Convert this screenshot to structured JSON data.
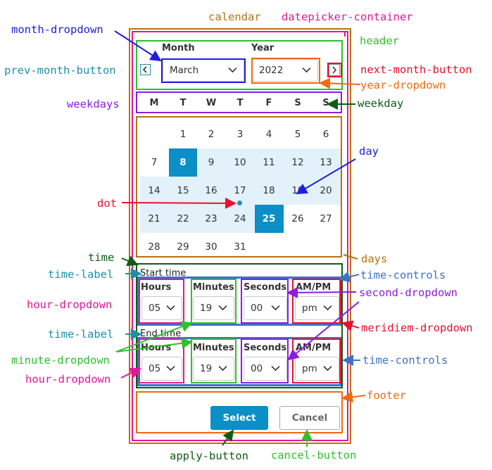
{
  "annotations": {
    "calendar": "calendar",
    "datepicker_container": "datepicker-container",
    "month_dropdown": "month-dropdown",
    "header": "header",
    "prev_month_button": "prev-month-button",
    "next_month_button": "next-month-button",
    "year_dropdown": "year-dropdown",
    "weekdays": "weekdays",
    "weekday": "weekday",
    "day": "day",
    "dot": "dot",
    "time": "time",
    "days": "days",
    "time_label_1": "time-label",
    "time_controls_1": "time-controls",
    "hour_dropdown_1": "hour-dropdown",
    "second_dropdown": "second-dropdown",
    "time_label_2": "time-label",
    "meridiem_dropdown": "meridiem-dropdown",
    "minute_dropdown": "minute-dropdown",
    "time_controls_2": "time-controls",
    "hour_dropdown_2": "hour-dropdown",
    "footer": "footer",
    "apply_button": "apply-button",
    "cancel_button": "cancel-button"
  },
  "colors": {
    "brown": "#b5730f",
    "magenta": "#e4169a",
    "green": "#2ec02e",
    "blue": "#1e1ee0",
    "orange": "#f06a10",
    "red": "#e8102e",
    "teal": "#1e8fa8",
    "darkgreen": "#0d5e14",
    "purple": "#8a1de0",
    "steel": "#3b72c8",
    "accent": "#0b8fc6",
    "range": "#e3f1fa"
  },
  "picker": {
    "month_label": "Month",
    "year_label": "Year",
    "month_value": "March",
    "year_value": "2022",
    "prev_icon": "chevron-left-icon",
    "next_icon": "chevron-right-icon",
    "weekdays": [
      "M",
      "T",
      "W",
      "T",
      "F",
      "S",
      "S"
    ],
    "weeks": [
      [
        "",
        "1",
        "2",
        "3",
        "4",
        "5",
        "6"
      ],
      [
        "7",
        "8",
        "9",
        "10",
        "11",
        "12",
        "13"
      ],
      [
        "14",
        "15",
        "16",
        "17",
        "18",
        "19",
        "20"
      ],
      [
        "21",
        "22",
        "23",
        "24",
        "25",
        "26",
        "27"
      ],
      [
        "28",
        "29",
        "30",
        "31",
        "",
        "",
        ""
      ]
    ],
    "selected_start": "8",
    "selected_end": "25",
    "start_time": {
      "label": "Start time",
      "hours_label": "Hours",
      "hours": "05",
      "minutes_label": "Minutes",
      "minutes": "19",
      "seconds_label": "Seconds",
      "seconds": "00",
      "ampm_label": "AM/PM",
      "ampm": "pm"
    },
    "end_time": {
      "label": "End time",
      "hours_label": "Hours",
      "hours": "05",
      "minutes_label": "Minutes",
      "minutes": "19",
      "seconds_label": "Seconds",
      "seconds": "00",
      "ampm_label": "AM/PM",
      "ampm": "pm"
    },
    "select_label": "Select",
    "cancel_label": "Cancel"
  }
}
